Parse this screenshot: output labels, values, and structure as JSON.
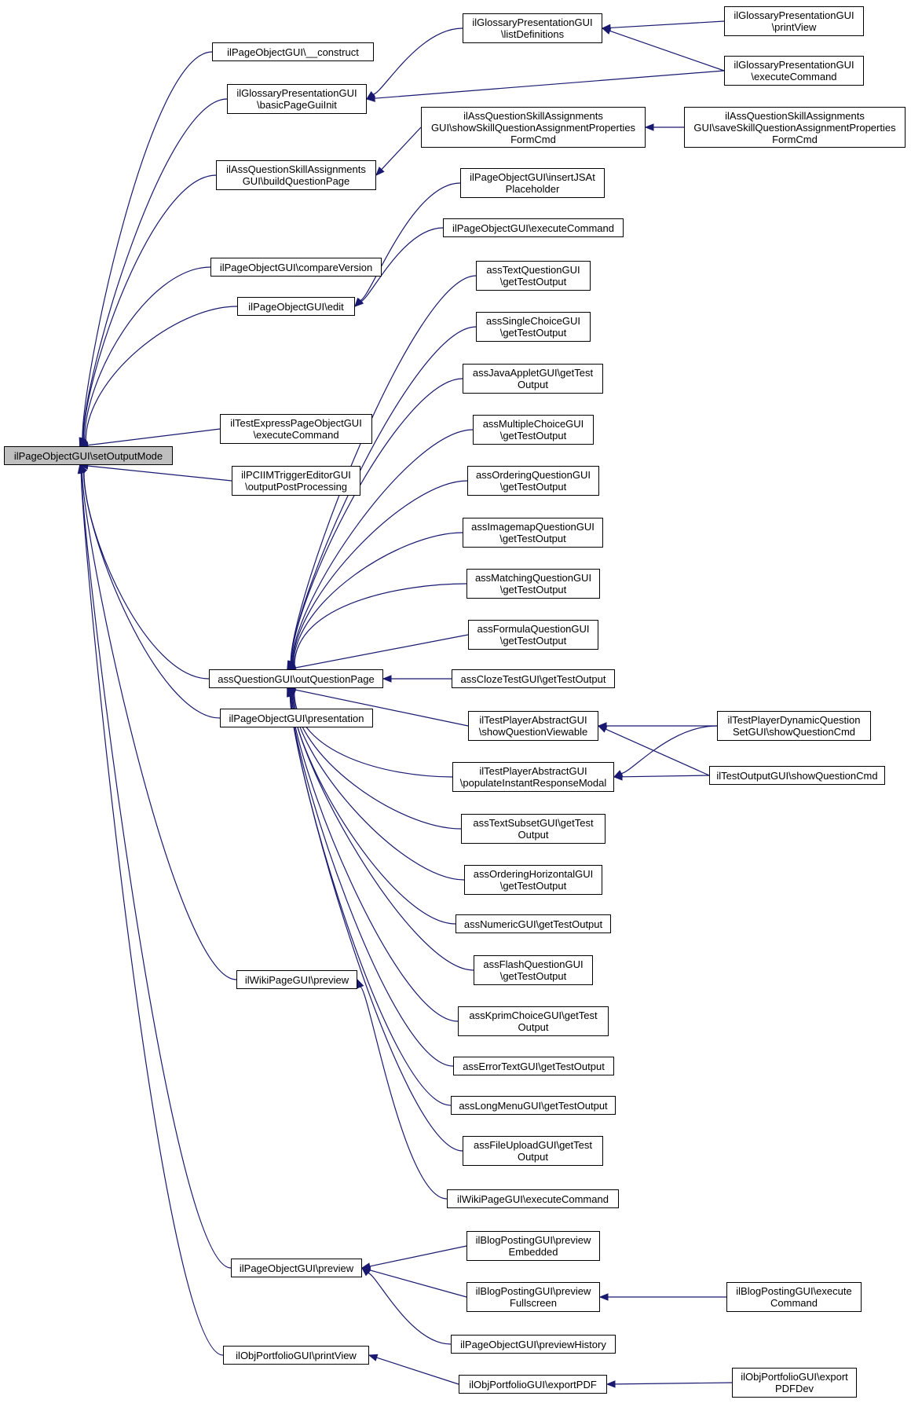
{
  "nodes": {
    "root": "ilPageObjectGUI\\setOutputMode",
    "construct": "ilPageObjectGUI\\__construct",
    "basicPageGuiInit": "ilGlossaryPresentationGUI\n\\basicPageGuiInit",
    "buildQuestionPage": "ilAssQuestionSkillAssignments\nGUI\\buildQuestionPage",
    "compareVersion": "ilPageObjectGUI\\compareVersion",
    "edit": "ilPageObjectGUI\\edit",
    "testExpressExecute": "ilTestExpressPageObjectGUI\n\\executeCommand",
    "pciTrigger": "ilPCIIMTriggerEditorGUI\n\\outputPostProcessing",
    "outQuestionPage": "assQuestionGUI\\outQuestionPage",
    "presentation": "ilPageObjectGUI\\presentation",
    "wikiPreview": "ilWikiPageGUI\\preview",
    "pageObjPreview": "ilPageObjectGUI\\preview",
    "portfolioPrintView": "ilObjPortfolioGUI\\printView",
    "listDefinitions": "ilGlossaryPresentationGUI\n\\listDefinitions",
    "showSkillForm": "ilAssQuestionSkillAssignments\nGUI\\showSkillQuestionAssignmentProperties\nFormCmd",
    "insertJSAt": "ilPageObjectGUI\\insertJSAt\nPlaceholder",
    "pageObjExecute": "ilPageObjectGUI\\executeCommand",
    "textQuestion": "assTextQuestionGUI\n\\getTestOutput",
    "singleChoice": "assSingleChoiceGUI\n\\getTestOutput",
    "javaApplet": "assJavaAppletGUI\\getTest\nOutput",
    "multipleChoice": "assMultipleChoiceGUI\n\\getTestOutput",
    "orderingQuestion": "assOrderingQuestionGUI\n\\getTestOutput",
    "imagemapQuestion": "assImagemapQuestionGUI\n\\getTestOutput",
    "matchingQuestion": "assMatchingQuestionGUI\n\\getTestOutput",
    "formulaQuestion": "assFormulaQuestionGUI\n\\getTestOutput",
    "clozeTest": "assClozeTestGUI\\getTestOutput",
    "showQuestionViewable": "ilTestPlayerAbstractGUI\n\\showQuestionViewable",
    "populateInstant": "ilTestPlayerAbstractGUI\n\\populateInstantResponseModal",
    "textSubset": "assTextSubsetGUI\\getTest\nOutput",
    "orderingHorizontal": "assOrderingHorizontalGUI\n\\getTestOutput",
    "numeric": "assNumericGUI\\getTestOutput",
    "flashQuestion": "assFlashQuestionGUI\n\\getTestOutput",
    "kprimChoice": "assKprimChoiceGUI\\getTest\nOutput",
    "errorText": "assErrorTextGUI\\getTestOutput",
    "longMenu": "assLongMenuGUI\\getTestOutput",
    "fileUpload": "assFileUploadGUI\\getTest\nOutput",
    "wikiExecute": "ilWikiPageGUI\\executeCommand",
    "blogPreviewEmbedded": "ilBlogPostingGUI\\preview\nEmbedded",
    "blogPreviewFullscreen": "ilBlogPostingGUI\\preview\nFullscreen",
    "previewHistory": "ilPageObjectGUI\\previewHistory",
    "exportPDF": "ilObjPortfolioGUI\\exportPDF",
    "glossaryPrintView": "ilGlossaryPresentationGUI\n\\printView",
    "glossaryExecute": "ilGlossaryPresentationGUI\n\\executeCommand",
    "saveSkillForm": "ilAssQuestionSkillAssignments\nGUI\\saveSkillQuestionAssignmentProperties\nFormCmd",
    "dynamicShowQuestion": "ilTestPlayerDynamicQuestion\nSetGUI\\showQuestionCmd",
    "outputShowQuestion": "ilTestOutputGUI\\showQuestionCmd",
    "blogExecute": "ilBlogPostingGUI\\execute\nCommand",
    "exportPDFDev": "ilObjPortfolioGUI\\export\nPDFDev"
  },
  "edges": [
    [
      "construct",
      "root"
    ],
    [
      "basicPageGuiInit",
      "root"
    ],
    [
      "buildQuestionPage",
      "root"
    ],
    [
      "compareVersion",
      "root"
    ],
    [
      "edit",
      "root"
    ],
    [
      "testExpressExecute",
      "root"
    ],
    [
      "pciTrigger",
      "root"
    ],
    [
      "outQuestionPage",
      "root"
    ],
    [
      "presentation",
      "root"
    ],
    [
      "wikiPreview",
      "root"
    ],
    [
      "pageObjPreview",
      "root"
    ],
    [
      "portfolioPrintView",
      "root"
    ],
    [
      "listDefinitions",
      "basicPageGuiInit"
    ],
    [
      "glossaryExecute",
      "basicPageGuiInit"
    ],
    [
      "glossaryPrintView",
      "listDefinitions"
    ],
    [
      "glossaryExecute",
      "listDefinitions"
    ],
    [
      "showSkillForm",
      "buildQuestionPage"
    ],
    [
      "saveSkillForm",
      "showSkillForm"
    ],
    [
      "insertJSAt",
      "edit"
    ],
    [
      "pageObjExecute",
      "edit"
    ],
    [
      "textQuestion",
      "outQuestionPage"
    ],
    [
      "singleChoice",
      "outQuestionPage"
    ],
    [
      "javaApplet",
      "outQuestionPage"
    ],
    [
      "multipleChoice",
      "outQuestionPage"
    ],
    [
      "orderingQuestion",
      "outQuestionPage"
    ],
    [
      "imagemapQuestion",
      "outQuestionPage"
    ],
    [
      "matchingQuestion",
      "outQuestionPage"
    ],
    [
      "formulaQuestion",
      "outQuestionPage"
    ],
    [
      "clozeTest",
      "outQuestionPage"
    ],
    [
      "showQuestionViewable",
      "outQuestionPage"
    ],
    [
      "populateInstant",
      "outQuestionPage"
    ],
    [
      "textSubset",
      "outQuestionPage"
    ],
    [
      "orderingHorizontal",
      "outQuestionPage"
    ],
    [
      "numeric",
      "outQuestionPage"
    ],
    [
      "flashQuestion",
      "outQuestionPage"
    ],
    [
      "kprimChoice",
      "outQuestionPage"
    ],
    [
      "errorText",
      "outQuestionPage"
    ],
    [
      "longMenu",
      "outQuestionPage"
    ],
    [
      "fileUpload",
      "outQuestionPage"
    ],
    [
      "dynamicShowQuestion",
      "showQuestionViewable"
    ],
    [
      "outputShowQuestion",
      "showQuestionViewable"
    ],
    [
      "dynamicShowQuestion",
      "populateInstant"
    ],
    [
      "outputShowQuestion",
      "populateInstant"
    ],
    [
      "wikiExecute",
      "wikiPreview"
    ],
    [
      "blogPreviewEmbedded",
      "pageObjPreview"
    ],
    [
      "blogPreviewFullscreen",
      "pageObjPreview"
    ],
    [
      "previewHistory",
      "pageObjPreview"
    ],
    [
      "blogExecute",
      "blogPreviewFullscreen"
    ],
    [
      "exportPDF",
      "portfolioPrintView"
    ],
    [
      "exportPDFDev",
      "exportPDF"
    ]
  ],
  "colors": {
    "edge": "#191970",
    "node_border": "#000000",
    "root_fill": "#bfbfbf",
    "node_fill": "#ffffff"
  }
}
